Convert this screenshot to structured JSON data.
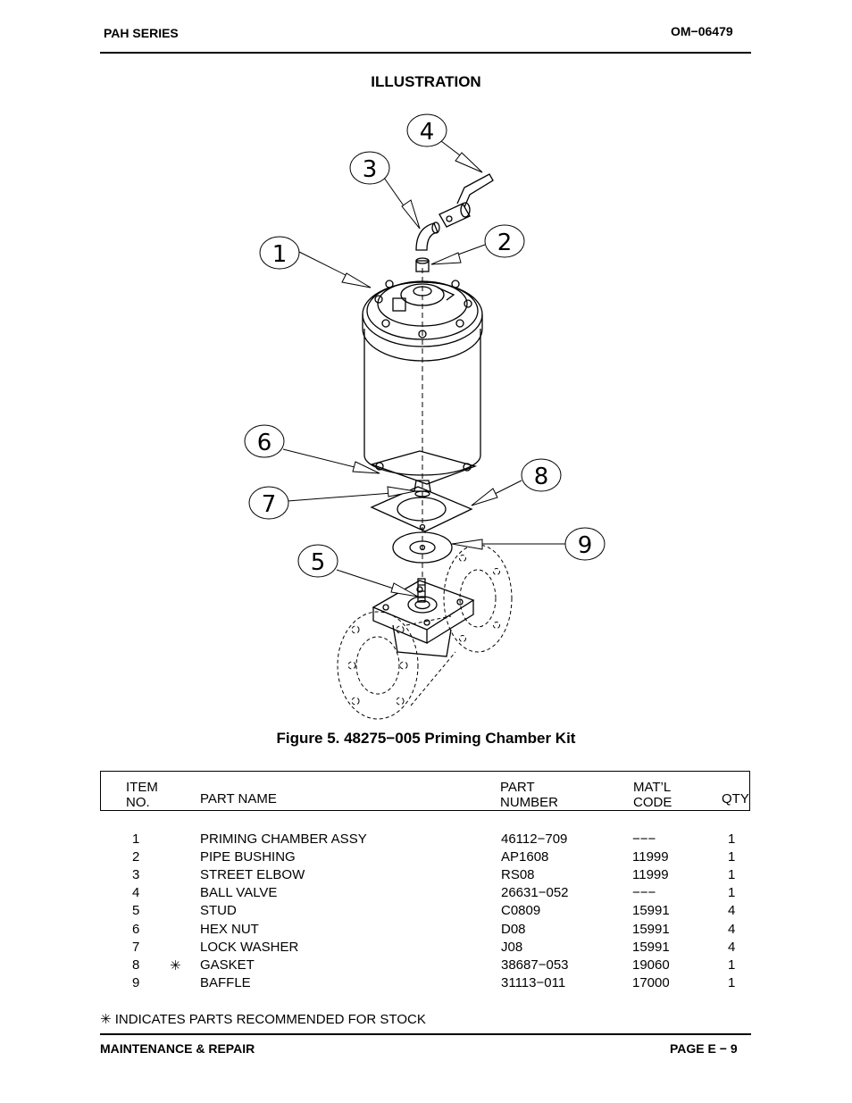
{
  "header": {
    "series": "PAH SERIES",
    "doc_number": "OM−06479"
  },
  "section_title": "ILLUSTRATION",
  "figure": {
    "caption": "Figure 5. 48275−005 Priming Chamber Kit",
    "callouts": [
      "1",
      "2",
      "3",
      "4",
      "5",
      "6",
      "7",
      "8",
      "9"
    ]
  },
  "table": {
    "headers": {
      "item": [
        "ITEM",
        "NO."
      ],
      "part_name": "PART NAME",
      "part_number": [
        "PART",
        "NUMBER"
      ],
      "mat_code": [
        "MAT’L",
        "CODE"
      ],
      "qty": "QTY"
    },
    "rows": [
      {
        "item": "1",
        "stock": "",
        "name": "PRIMING CHAMBER ASSY",
        "part": "46112−709",
        "mat": "−−−",
        "qty": "1"
      },
      {
        "item": "2",
        "stock": "",
        "name": "PIPE BUSHING",
        "part": "AP1608",
        "mat": "11999",
        "qty": "1"
      },
      {
        "item": "3",
        "stock": "",
        "name": "STREET ELBOW",
        "part": "RS08",
        "mat": "11999",
        "qty": "1"
      },
      {
        "item": "4",
        "stock": "",
        "name": "BALL VALVE",
        "part": "26631−052",
        "mat": "−−−",
        "qty": "1"
      },
      {
        "item": "5",
        "stock": "",
        "name": "STUD",
        "part": "C0809",
        "mat": "15991",
        "qty": "4"
      },
      {
        "item": "6",
        "stock": "",
        "name": "HEX NUT",
        "part": "D08",
        "mat": "15991",
        "qty": "4"
      },
      {
        "item": "7",
        "stock": "",
        "name": "LOCK WASHER",
        "part": "J08",
        "mat": "15991",
        "qty": "4"
      },
      {
        "item": "8",
        "stock": "✳",
        "name": "GASKET",
        "part": "38687−053",
        "mat": "19060",
        "qty": "1"
      },
      {
        "item": "9",
        "stock": "",
        "name": "BAFFLE",
        "part": "31113−011",
        "mat": "17000",
        "qty": "1"
      }
    ]
  },
  "footnote": "✳ INDICATES PARTS RECOMMENDED FOR STOCK",
  "footer": {
    "left": "MAINTENANCE & REPAIR",
    "right": "PAGE E − 9"
  }
}
